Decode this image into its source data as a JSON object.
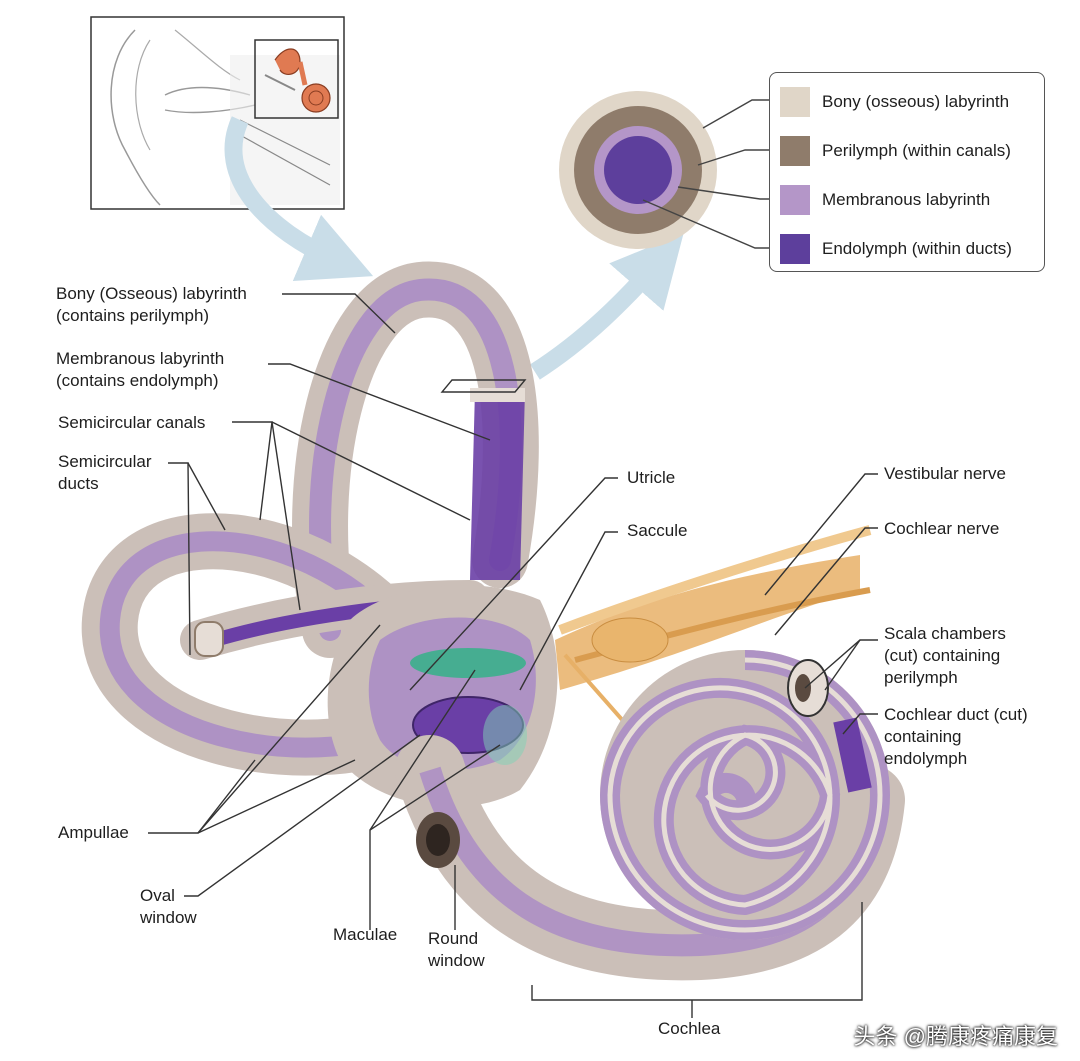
{
  "legend": [
    {
      "label": "Bony (osseous) labyrinth",
      "color": "#e0d6c8"
    },
    {
      "label": "Perilymph (within canals)",
      "color": "#8f7c6b"
    },
    {
      "label": "Membranous labyrinth",
      "color": "#b496c8"
    },
    {
      "label": "Endolymph (within ducts)",
      "color": "#5d3f9c"
    }
  ],
  "labels": {
    "bony": "Bony (Osseous) labyrinth\n(contains perilymph)",
    "membranous": "Membranous labyrinth\n(contains endolymph)",
    "semicircular_canals": "Semicircular canals",
    "semicircular_ducts": "Semicircular\nducts",
    "utricle": "Utricle",
    "saccule": "Saccule",
    "vestibular_nerve": "Vestibular nerve",
    "cochlear_nerve": "Cochlear nerve",
    "scala_chambers": "Scala chambers\n(cut) containing\nperilymph",
    "cochlear_duct": "Cochlear duct (cut)\ncontaining\nendolymph",
    "ampullae": "Ampullae",
    "oval_window": "Oval\nwindow",
    "maculae": "Maculae",
    "round_window": "Round\nwindow",
    "cochlea": "Cochlea"
  },
  "watermark": "头条 @腾康疼痛康复",
  "colors": {
    "bone": "#cbbfb8",
    "bone_light": "#e6ddd6",
    "membrane": "#a98ac6",
    "endolymph": "#6a3fa6",
    "nerve": "#e7b067",
    "macula": "#3bb08c",
    "arrow": "#c9dde8"
  }
}
